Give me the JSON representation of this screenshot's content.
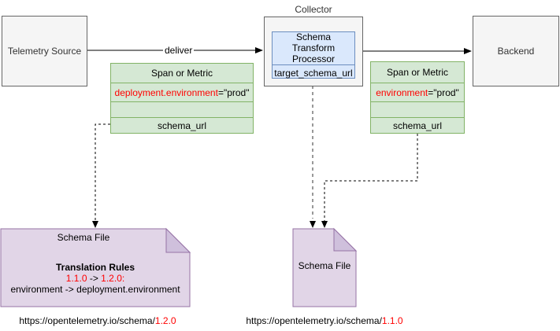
{
  "nodes": {
    "telemetry_source": "Telemetry Source",
    "collector_label": "Collector",
    "processor_title": "Schema Transform Processor",
    "processor_row": "target_schema_url",
    "backend": "Backend"
  },
  "left_record": {
    "header": "Span or Metric",
    "attr_key": "deployment.environment",
    "attr_val": "=\"prod\"",
    "footer": "schema_url"
  },
  "right_record": {
    "header": "Span or Metric",
    "attr_key": "environment",
    "attr_val": "=\"prod\"",
    "footer": "schema_url"
  },
  "left_file": {
    "title": "Schema File",
    "rules_heading": "Translation Rules",
    "ver_from": "1.1.0",
    "ver_sep": " -> ",
    "ver_to": "1.2.0:",
    "rule": "environment -> deployment.environment"
  },
  "middle_file": {
    "title": "Schema File"
  },
  "edge_labels": {
    "deliver": "deliver"
  },
  "urls": {
    "left_prefix": "https://opentelemetry.io/schema/",
    "left_version": "1.2.0",
    "right_prefix": "https://opentelemetry.io/schema/",
    "right_version": "1.1.0"
  },
  "colors": {
    "green_fill": "#d5e8d4",
    "green_stroke": "#82b366",
    "blue_fill": "#dae8fc",
    "blue_stroke": "#6c8ebf",
    "purple_fill": "#e1d5e7",
    "purple_fold_fill": "#cfc0dc",
    "purple_stroke": "#9673a6",
    "gray_fill": "#f5f5f5",
    "gray_stroke": "#666666",
    "red_text": "#ff0000",
    "body_text": "#333333",
    "gray_dashed_line": "#999999",
    "line": "#000000"
  }
}
